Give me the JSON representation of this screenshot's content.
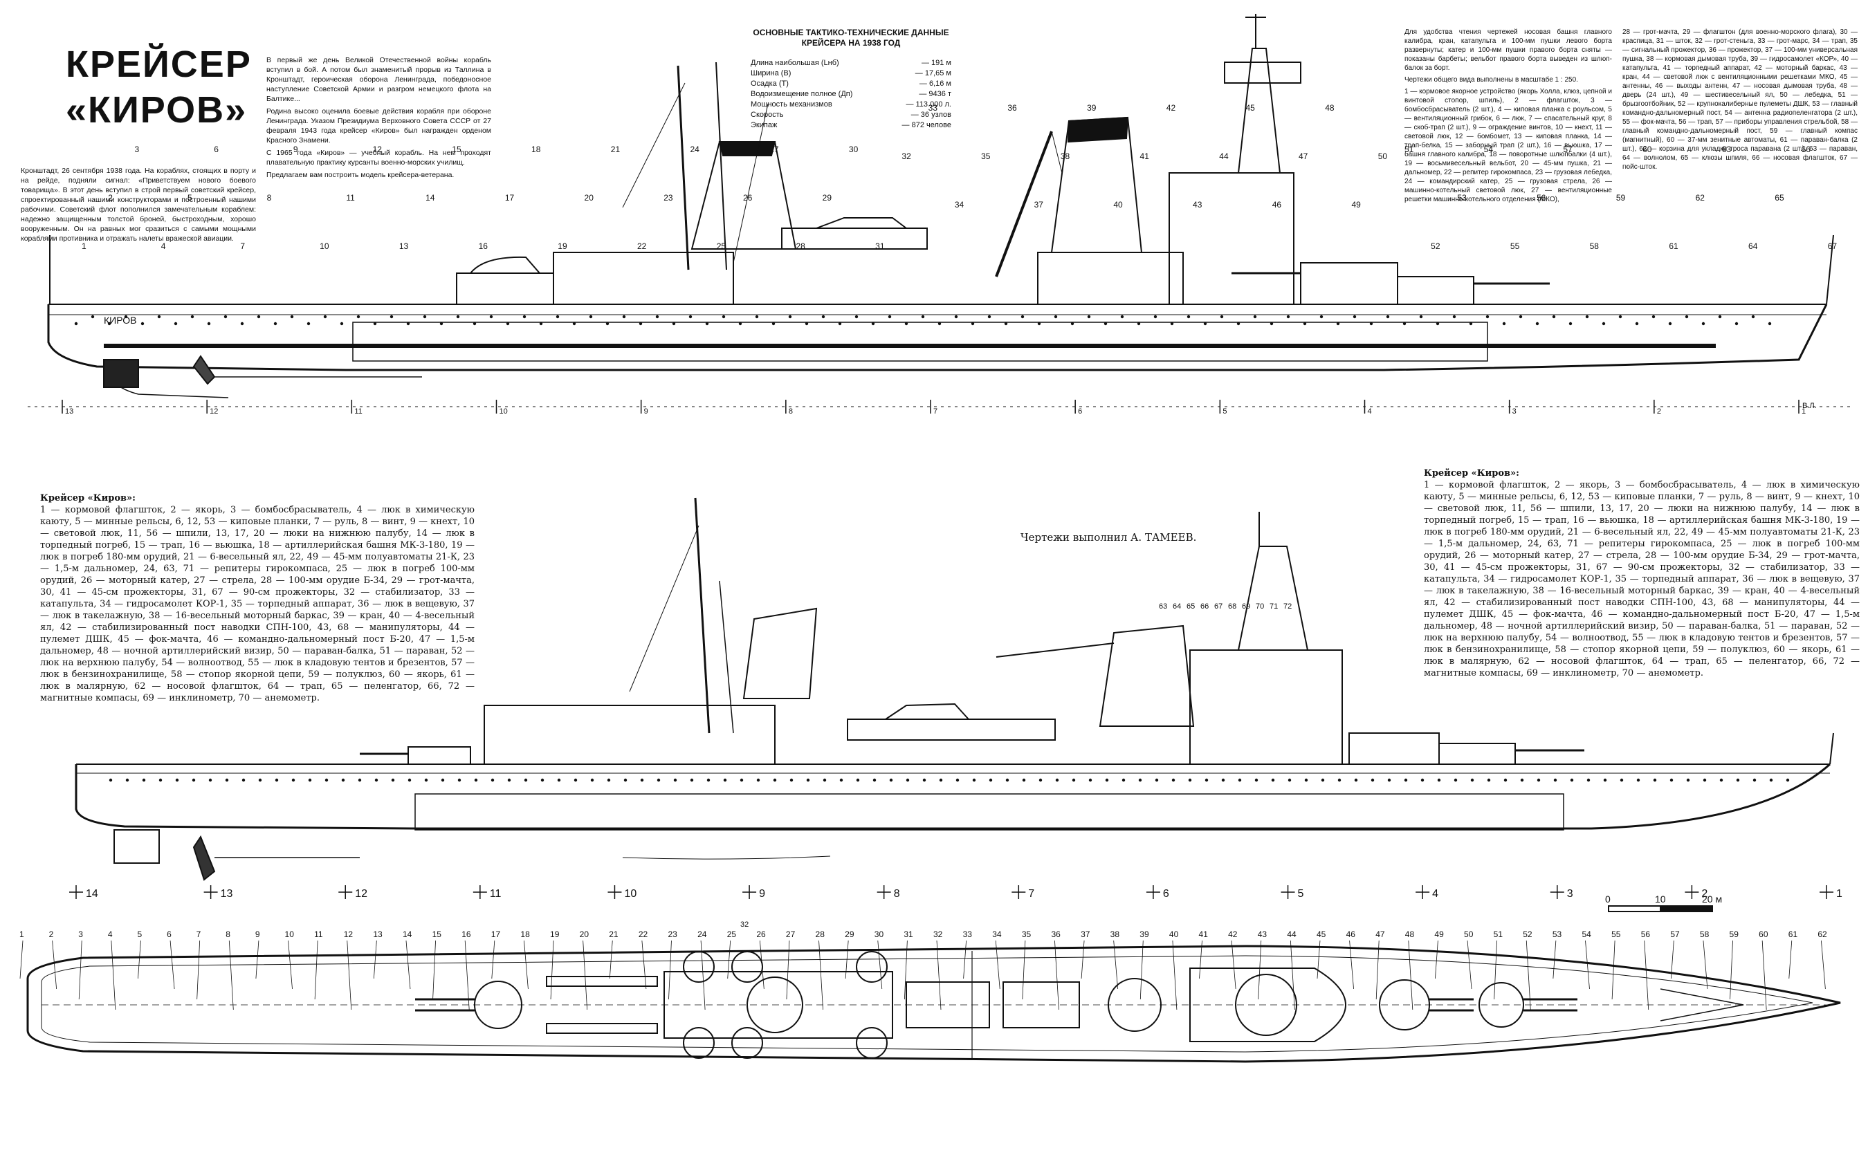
{
  "header": {
    "title_line1": "КРЕЙСЕР",
    "title_line2": "«КИРОВ»"
  },
  "article": {
    "col1": "Кронштадт, 26 сентября 1938 года. На кораблях, стоящих в порту и на рейде, подняли сигнал: «Приветствуем нового боевого товарища». В этот день вступил в строй первый советский крейсер, спроектированный нашими конструкторами и построенный нашими рабочими. Советский флот пополнился замечательным кораблем: надежно защищенным толстой броней, быстроходным, хорошо вооруженным. Он на равных мог сразиться с самыми мощными кораблями противника и отражать налеты вражеской авиации.",
    "col2a": "В первый же день Великой Отечественной войны корабль вступил в бой. А потом был знаменитый прорыв из Таллина в Кронштадт, героическая оборона Ленинграда, победоносное наступление Советской Армии и разгром немецкого флота на Балтике...",
    "col2b": "Родина высоко оценила боевые действия корабля при обороне Ленинграда. Указом Президиума Верховного Совета СССР от 27 февраля 1943 года крейсер «Киров» был награжден орденом Красного Знамени.",
    "col2c": "С 1965 года «Киров» — учебный корабль. На нем проходят плавательную практику курсанты военно-морских училищ.",
    "col2d": "Предлагаем вам построить модель крейсера-ветерана."
  },
  "specs": {
    "heading": "ОСНОВНЫЕ ТАКТИКО-ТЕХНИЧЕСКИЕ ДАННЫЕ КРЕЙСЕРА НА 1938 ГОД",
    "rows": [
      {
        "label": "Длина наибольшая (Lнб)",
        "value": "191 м"
      },
      {
        "label": "Ширина (В)",
        "value": "17,65 м"
      },
      {
        "label": "Осадка (Т)",
        "value": "6,16 м"
      },
      {
        "label": "Водоизмещение полное (Дп)",
        "value": "9436 т"
      },
      {
        "label": "Мощность механизмов",
        "value": "113 000 л."
      },
      {
        "label": "Скорость",
        "value": "36 узлов"
      },
      {
        "label": "Экипаж",
        "value": "872 челове"
      }
    ]
  },
  "notes": {
    "top_right": "Для удобства чтения чертежей носовая башня главного калибра, кран, катапульта и 100-мм пушки левого борта развернуты; катер и 100-мм пушки правого борта сняты — показаны барбеты; вельбот правого борта выведен из шлюп-балок за борт.",
    "scale": "Чертежи общего вида выполнены в масштабе 1 : 250.",
    "legend_top_right": "1 — кормовое якорное устройство (якорь Холла, клюз, цепной и винтовой стопор, шпиль), 2 — флагшток, 3 — бомбосбрасыватель (2 шт.), 4 — киповая планка с роульсом, 5 — вентиляционный грибок, 6 — люк, 7 — спасательный круг, 8 — скоб-трап (2 шт.), 9 — ограждение винтов, 10 — кнехт, 11 — световой люк, 12 — бомбомет, 13 — киповая планка, 14 — трап-белка, 15 — заборный трап (2 шт.), 16 — вьюшка, 17 — башня главного калибра, 18 — поворотные шлюпбалки (4 шт.), 19 — восьмивесельный вельбот, 20 — 45-мм пушка, 21 — дальномер, 22 — репитер гирокомпаса, 23 — грузовая лебедка, 24 — командирский катер, 25 — грузовая стрела, 26 — машинно-котельный световой люк, 27 — вентиляционные решетки машинно-котельного отделения (МКО), 28 — грот-мачта, 29 — флагштон (для военно-морского флага), 30 — краспица, 31 — шток, 32 — грот-стеньга, 33 — грот-марс, 34 — трап, 35 — сигнальный прожектор, 36 — прожектор, 37 — 100-мм универсальная пушка, 38 — кормовая дымовая труба, 39 — гидросамолет «КОР», 40 — катапульта, 41 — торпедный аппарат, 42 — моторный баркас, 43 — кран, 44 — световой люк с вентиляционными решетками МКО, 45 — антенны, 46 — выходы антенн, 47 — носовая дымовая труба, 48 — дверь (24 шт.), 49 — шестивесельный ял, 50 — лебедка, 51 — брызгоотбойник, 52 — крупнокалиберные пулеметы ДШК, 53 — главный командно-дальномерный пост, 54 — антенна радиопеленгатора (2 шт.), 55 — фок-мачта, 56 — трап, 57 — приборы управления стрельбой, 58 — главный командно-дальномерный пост, 59 — главный компас (магнитный), 60 — 37-мм зенитные автоматы, 61 — параван-балка (2 шт.), 62 — корзина для укладки троса паравана (2 шт.), 63 — параван, 64 — волнолом, 65 — клюзы шпиля, 66 — носовая флагшток, 67 — гюйс-шток.",
    "credit": "Чертежи выполнил А. ТАМЕЕВ.",
    "legend_mid_left_title": "Крейсер «Киров»:",
    "legend_mid_left": "1 — кормовой флагшток, 2 — якорь, 3 — бомбосбрасыватель, 4 — люк в химическую каюту, 5 — минные рельсы, 6, 12, 53 — киповые планки, 7 — руль, 8 — винт, 9 — кнехт, 10 — световой люк, 11, 56 — шпили, 13, 17, 20 — люки на нижнюю палубу, 14 — люк в торпедный погреб, 15 — трап, 16 — вьюшка, 18 — артиллерийская башня МК-3-180, 19 — люк в погреб 180-мм орудий, 21 — 6-весельный ял, 22, 49 — 45-мм полуавтоматы 21-К, 23 — 1,5-м дальномер, 24, 63, 71 — репитеры гирокомпаса, 25 — люк в погреб 100-мм орудий, 26 — моторный катер, 27 — стрела, 28 — 100-мм орудие Б-34, 29 — грот-мачта, 30, 41 — 45-см прожекторы, 31, 67 — 90-см прожекторы, 32 — стабилизатор, 33 — катапульта, 34 — гидросамолет КОР-1, 35 — торпедный аппарат, 36 — люк в вещевую, 37 — люк в такелажную, 38 — 16-весельный моторный баркас, 39 — кран, 40 — 4-весельный ял, 42 — стабилизированный пост наводки СПН-100, 43, 68 — манипуляторы, 44 — пулемет ДШК, 45 — фок-мачта, 46 — командно-дальномерный пост Б-20, 47 — 1,5-м дальномер, 48 — ночной артиллерийский визир, 50 — параван-балка, 51 — параван, 52 — люк на верхнюю палубу, 54 — волноотвод, 55 — люк в кладовую тентов и брезентов, 57 — люк в бензинохранилище, 58 — стопор якорной цепи, 59 — полуклюз, 60 — якорь, 61 — люк в малярную, 62 — носовой флагшток, 64 — трап, 65 — пеленгатор, 66, 72 — магнитные компасы, 69 — инклинометр, 70 — анемометр.",
    "legend_mid_right_title": "Крейсер «Киров»:",
    "legend_mid_right": "1 — кормовой флагшток, 2 — якорь, 3 — бомбосбрасыватель, 4 — люк в химическую каюту, 5 — минные рельсы, 6, 12, 53 — киповые планки, 7 — руль, 8 — винт, 9 — кнехт, 10 — световой люк, 11, 56 — шпили, 13, 17, 20 — люки на нижнюю палубу, 14 — люк в торпедный погреб, 15 — трап, 16 — вьюшка, 18 — артиллерийская башня МК-3-180, 19 — люк в погреб 180-мм орудий, 21 — 6-весельный ял, 22, 49 — 45-мм полуавтоматы 21-К, 23 — 1,5-м дальномер, 24, 63, 71 — репитеры гирокомпаса, 25 — люк в погреб 100-мм орудий, 26 — моторный катер, 27 — стрела, 28 — 100-мм орудие Б-34, 29 — грот-мачта, 30, 41 — 45-см прожекторы, 31, 67 — 90-см прожекторы, 32 — стабилизатор, 33 — катапульта, 34 — гидросамолет КОР-1, 35 — торпедный аппарат, 36 — люк в вещевую, 37 — люк в такелажную, 38 — 16-весельный моторный баркас, 39 — кран, 40 — 4-весельный ял, 42 — стабилизированный пост наводки СПН-100, 43, 68 — манипуляторы, 44 — пулемет ДШК, 45 — фок-мачта, 46 — командно-дальномерный пост Б-20, 47 — 1,5-м дальномер, 48 — ночной артиллерийский визир, 50 — параван-балка, 51 — параван, 52 — люк на верхнюю палубу, 54 — волноотвод, 55 — люк в кладовую тентов и брезентов, 57 — люк в бензинохранилище, 58 — стопор якорной цепи, 59 — полуклюз, 60 — якорь, 61 — люк в малярную, 62 — носовой флагшток, 64 — трап, 65 — пеленгатор, 66, 72 — магнитные компасы, 69 — инклинометр, 70 — анемометр."
  },
  "hull": {
    "name_label": "КИРОВ",
    "initials": "В.Л."
  },
  "scale_bar": {
    "labels": [
      "0",
      "10",
      "20 м"
    ]
  },
  "labels": {
    "frames_top": [
      "13",
      "12",
      "11",
      "10",
      "9",
      "8",
      "7",
      "6",
      "5",
      "4",
      "3",
      "2",
      "1"
    ],
    "frames_mid": [
      "14",
      "13",
      "12",
      "11",
      "10",
      "9",
      "8",
      "7",
      "6",
      "5",
      "4",
      "3",
      "2",
      "1"
    ],
    "profile_top": [
      "1",
      "2",
      "3",
      "4",
      "5",
      "6",
      "7",
      "8",
      "9",
      "10",
      "11",
      "12",
      "13",
      "14",
      "15",
      "16",
      "17",
      "18",
      "19",
      "20",
      "21",
      "22",
      "23",
      "24",
      "25",
      "26",
      "27",
      "28",
      "29",
      "30",
      "31",
      "32",
      "33",
      "34",
      "35",
      "36",
      "37",
      "38",
      "39",
      "40",
      "41",
      "42",
      "43",
      "44",
      "45",
      "46",
      "47",
      "48",
      "49",
      "50",
      "51",
      "52",
      "53",
      "54",
      "55",
      "56",
      "57",
      "58",
      "59",
      "60",
      "61",
      "62",
      "63",
      "64",
      "65",
      "66",
      "67"
    ],
    "profile_mid": [
      "63",
      "64",
      "65",
      "66",
      "67",
      "68",
      "69",
      "70",
      "71",
      "72",
      "32"
    ],
    "plan": [
      "1",
      "2",
      "3",
      "4",
      "5",
      "6",
      "7",
      "8",
      "9",
      "10",
      "11",
      "12",
      "13",
      "14",
      "15",
      "16",
      "17",
      "18",
      "19",
      "20",
      "21",
      "22",
      "23",
      "24",
      "25",
      "26",
      "27",
      "28",
      "29",
      "30",
      "31",
      "32",
      "33",
      "34",
      "35",
      "36",
      "37",
      "38",
      "39",
      "40",
      "41",
      "42",
      "43",
      "44",
      "45",
      "46",
      "47",
      "48",
      "49",
      "50",
      "51",
      "52",
      "53",
      "54",
      "55",
      "56",
      "57",
      "58",
      "59",
      "60",
      "61",
      "62"
    ]
  },
  "colors": {
    "ink": "#111111",
    "paper": "#ffffff"
  }
}
